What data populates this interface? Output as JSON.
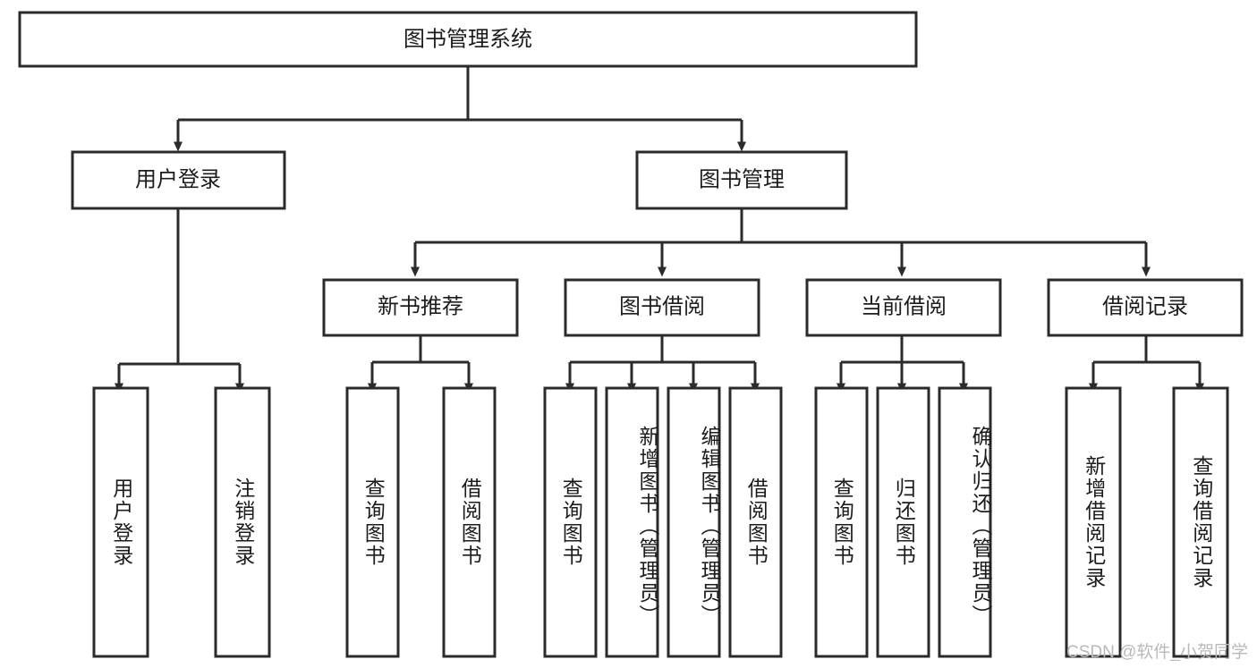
{
  "diagram": {
    "title": "图书管理系统",
    "type": "tree",
    "colors": {
      "box_fill": "#ffffff",
      "box_stroke": "#2b2b2b",
      "text": "#1c1c1c",
      "watermark": "#b9b9b9",
      "background": "#ffffff"
    },
    "levels": {
      "root": {
        "label": "图书管理系统",
        "orientation": "horizontal"
      },
      "level2": [
        {
          "label": "用户登录",
          "orientation": "horizontal"
        },
        {
          "label": "图书管理",
          "orientation": "horizontal"
        }
      ],
      "level3": [
        {
          "label": "新书推荐",
          "orientation": "horizontal",
          "parent": "图书管理"
        },
        {
          "label": "图书借阅",
          "orientation": "horizontal",
          "parent": "图书管理"
        },
        {
          "label": "当前借阅",
          "orientation": "horizontal",
          "parent": "图书管理"
        },
        {
          "label": "借阅记录",
          "orientation": "horizontal",
          "parent": "图书管理"
        }
      ],
      "leaves": [
        {
          "label": "用户登录",
          "orientation": "vertical",
          "parent": "用户登录"
        },
        {
          "label": "注销登录",
          "orientation": "vertical",
          "parent": "用户登录"
        },
        {
          "label": "查询图书",
          "orientation": "vertical",
          "parent": "新书推荐"
        },
        {
          "label": "借阅图书",
          "orientation": "vertical",
          "parent": "新书推荐"
        },
        {
          "label": "查询图书",
          "orientation": "vertical",
          "parent": "图书借阅"
        },
        {
          "label": "新增图书（管理员）",
          "orientation": "vertical",
          "parent": "图书借阅"
        },
        {
          "label": "编辑图书（管理员）",
          "orientation": "vertical",
          "parent": "图书借阅"
        },
        {
          "label": "借阅图书",
          "orientation": "vertical",
          "parent": "图书借阅"
        },
        {
          "label": "查询图书",
          "orientation": "vertical",
          "parent": "当前借阅"
        },
        {
          "label": "归还图书",
          "orientation": "vertical",
          "parent": "当前借阅"
        },
        {
          "label": "确认归还（管理员）",
          "orientation": "vertical",
          "parent": "当前借阅"
        },
        {
          "label": "新增借阅记录",
          "orientation": "vertical",
          "parent": "借阅记录"
        },
        {
          "label": "查询借阅记录",
          "orientation": "vertical",
          "parent": "借阅记录"
        }
      ]
    }
  },
  "watermark": {
    "text": "CSDN @软件_小贺同学"
  }
}
